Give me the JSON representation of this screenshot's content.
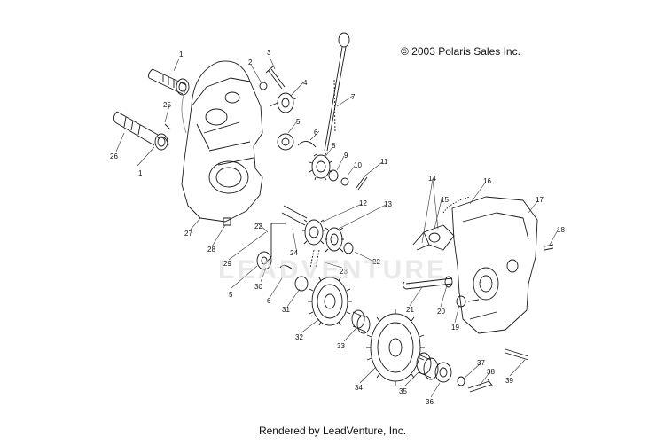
{
  "copyright": "© 2003 Polaris Sales Inc.",
  "footer": "Rendered by LeadVenture, Inc.",
  "watermark": "LEADVENTURE",
  "callouts": [
    "1",
    "2",
    "3",
    "4",
    "5",
    "6",
    "7",
    "8",
    "9",
    "10",
    "11",
    "12",
    "13",
    "14",
    "15",
    "16",
    "17",
    "18",
    "19",
    "20",
    "21",
    "22",
    "23",
    "24",
    "25",
    "26",
    "27",
    "28",
    "29",
    "30",
    "31",
    "32",
    "33",
    "34",
    "35",
    "36",
    "37",
    "38",
    "39"
  ]
}
